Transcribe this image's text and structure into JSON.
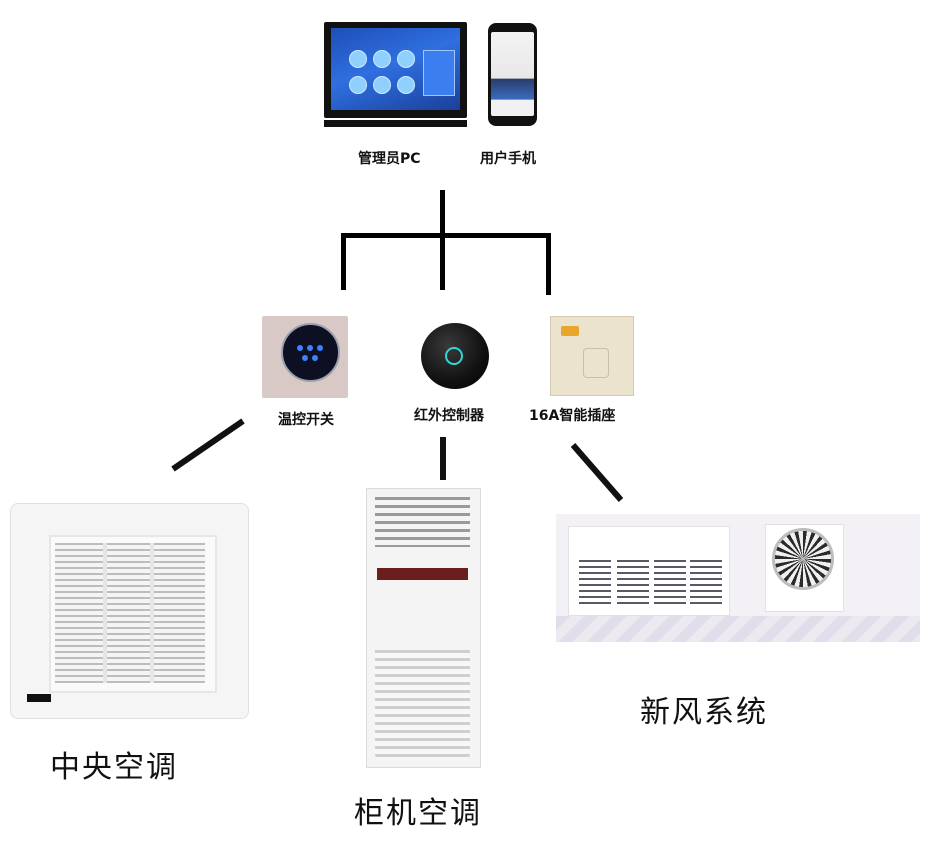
{
  "top_devices": {
    "pc_label": "管理员PC",
    "phone_label": "用户手机"
  },
  "controllers": {
    "thermostat_label": "温控开关",
    "ir_label": "红外控制器",
    "socket_label": "16A智能插座"
  },
  "appliances": {
    "central_ac_label": "中央空调",
    "floor_ac_label": "柜机空调",
    "fresh_air_label": "新风系统"
  }
}
